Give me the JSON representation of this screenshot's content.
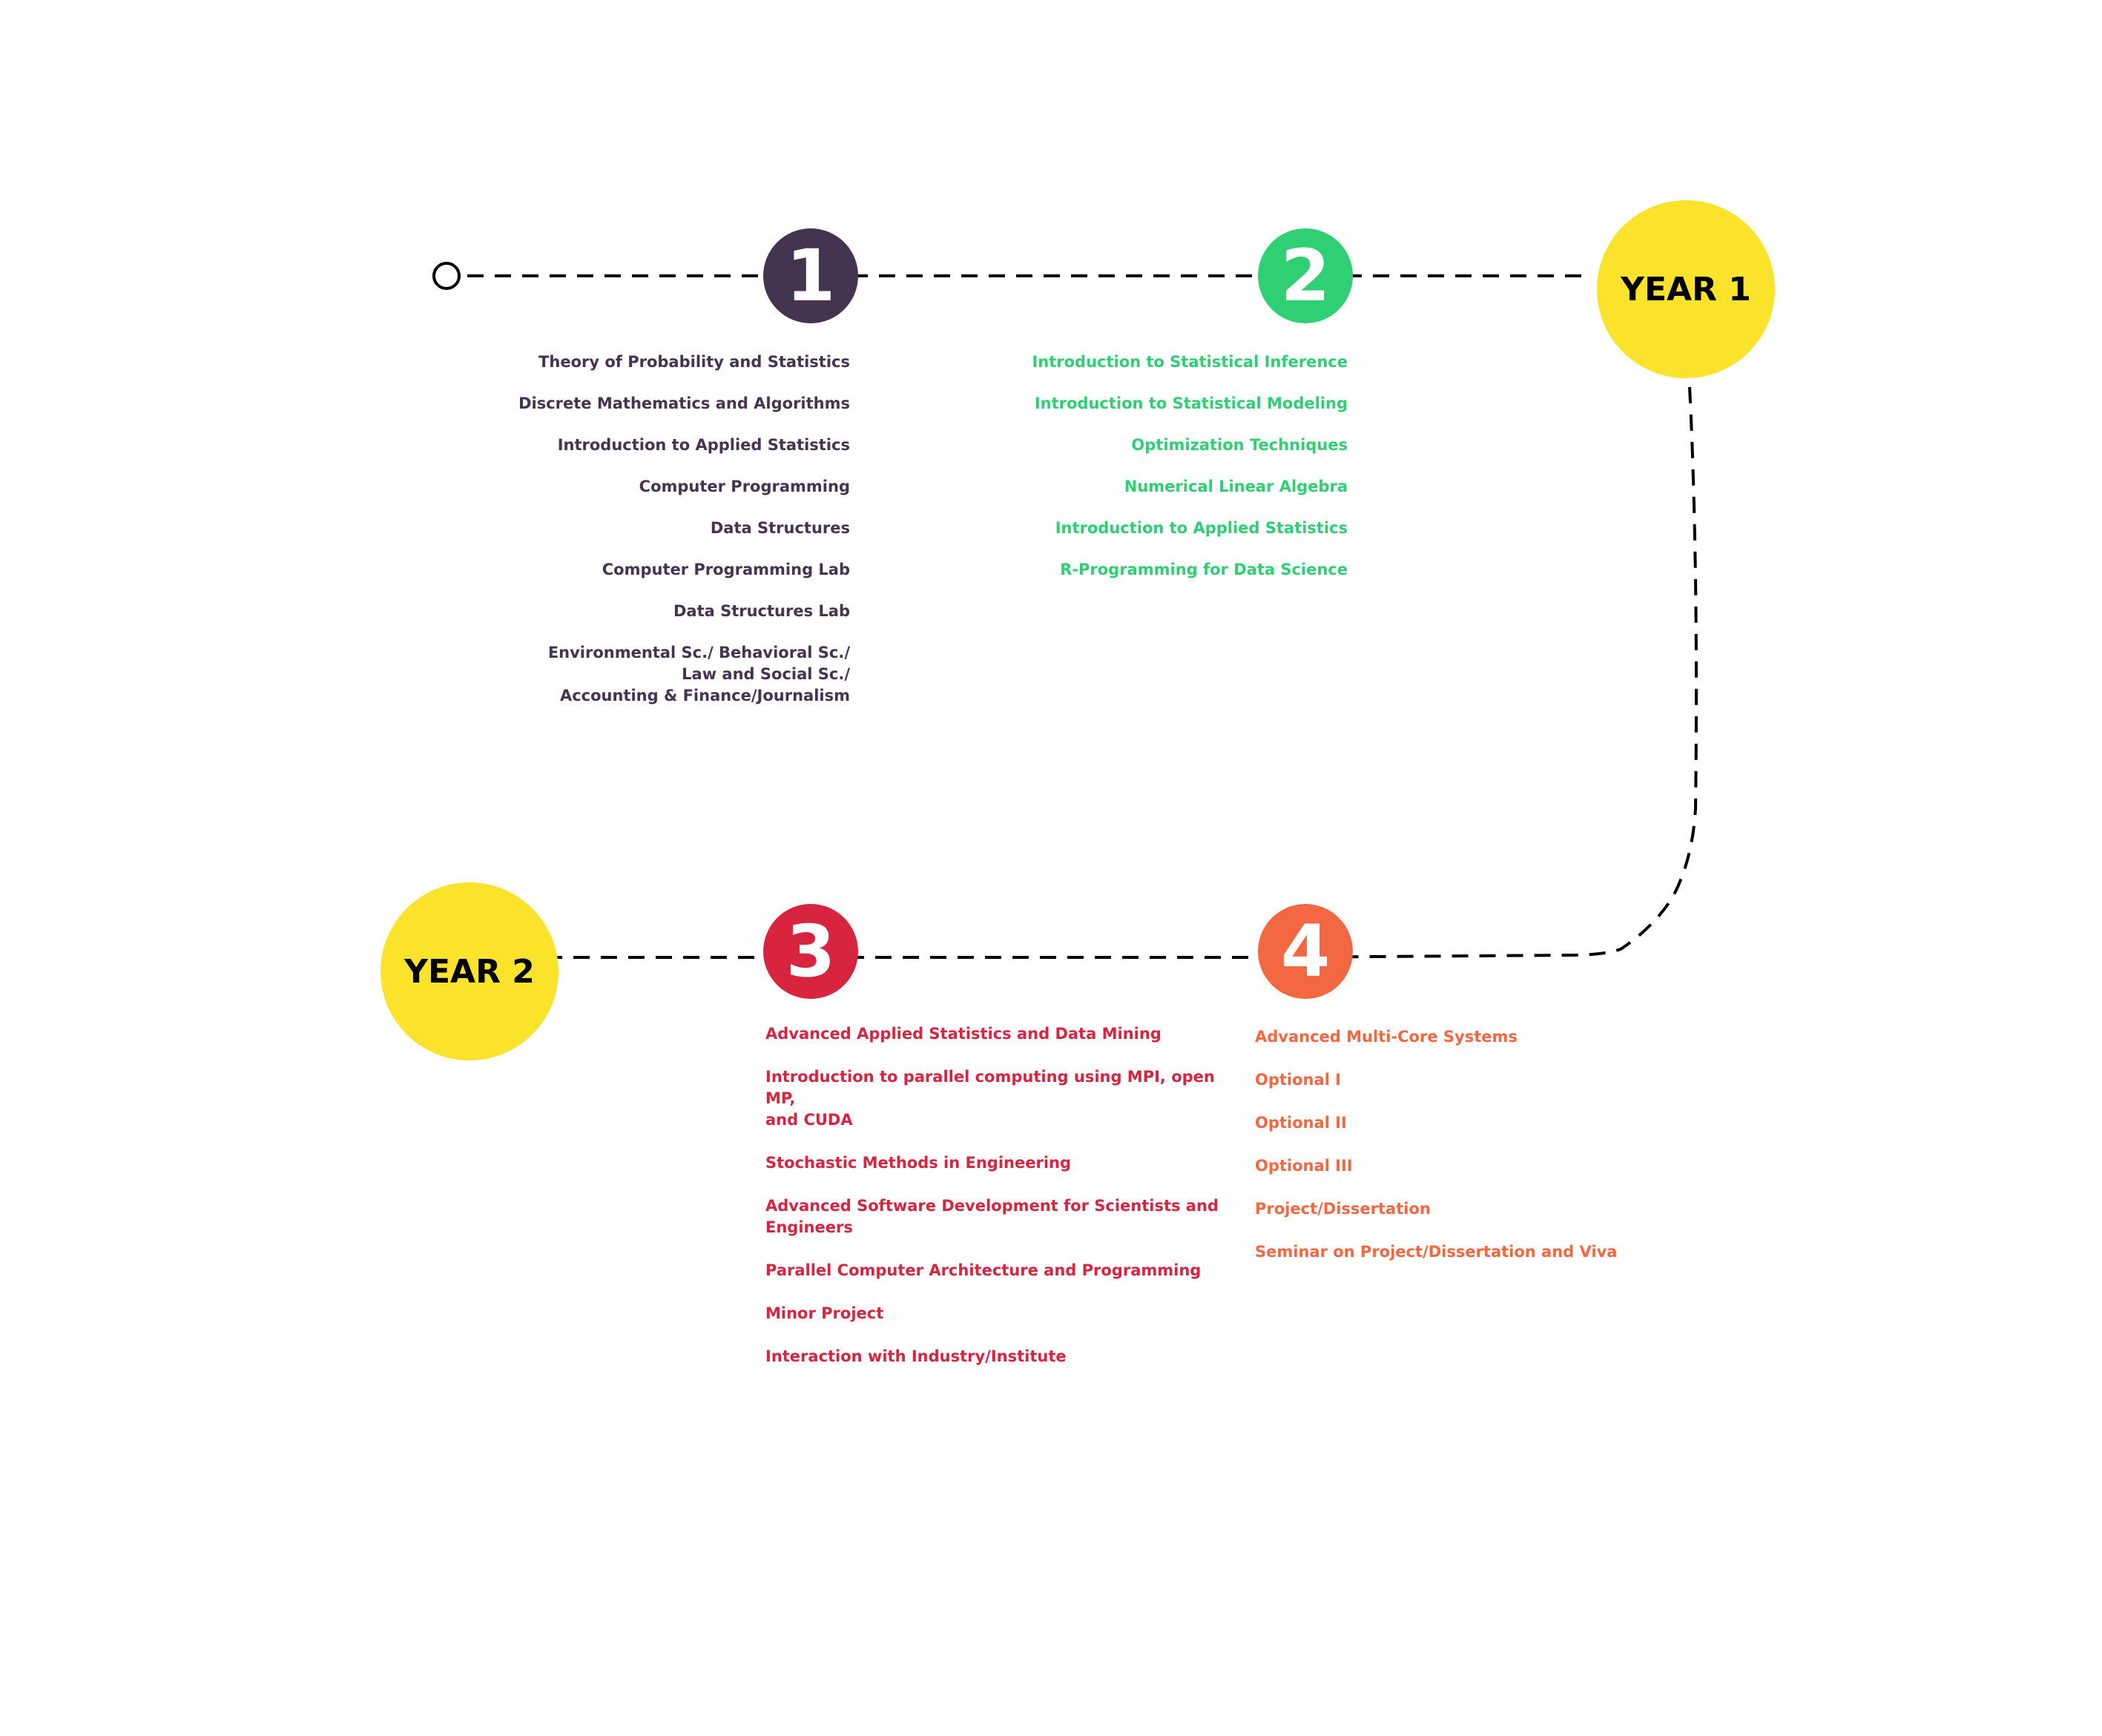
{
  "colors": {
    "line": "#000000",
    "year_circle": "#fbe32c",
    "semester1": "#45344f",
    "semester2": "#2fcf73",
    "semester3": "#d92440",
    "semester4": "#f36841",
    "number_text": "#ffffff"
  },
  "years": [
    {
      "label": "YEAR 1"
    },
    {
      "label": "YEAR 2"
    }
  ],
  "semesters": [
    {
      "number": "1",
      "courses": [
        "Theory of Probability and Statistics",
        "Discrete Mathematics and Algorithms",
        "Introduction to Applied Statistics",
        "Computer Programming",
        "Data Structures",
        "Computer Programming Lab",
        "Data Structures Lab",
        "Environmental Sc./ Behavioral Sc./\nLaw and Social Sc./\nAccounting & Finance/Journalism"
      ]
    },
    {
      "number": "2",
      "courses": [
        "Introduction to Statistical Inference",
        "Introduction to Statistical Modeling",
        "Optimization Techniques",
        "Numerical Linear Algebra",
        "Introduction to Applied Statistics",
        "R-Programming for Data Science"
      ]
    },
    {
      "number": "3",
      "courses": [
        "Advanced Applied Statistics and Data Mining",
        "Introduction to parallel computing using MPI, open MP,\nand CUDA",
        "Stochastic Methods in Engineering",
        "Advanced Software Development for Scientists and\nEngineers",
        "Parallel Computer Architecture and Programming",
        "Minor Project",
        "Interaction with Industry/Institute"
      ]
    },
    {
      "number": "4",
      "courses": [
        "Advanced Multi-Core Systems",
        "Optional I",
        "Optional II",
        "Optional III",
        "Project/Dissertation",
        "Seminar on Project/Dissertation and Viva"
      ]
    }
  ]
}
